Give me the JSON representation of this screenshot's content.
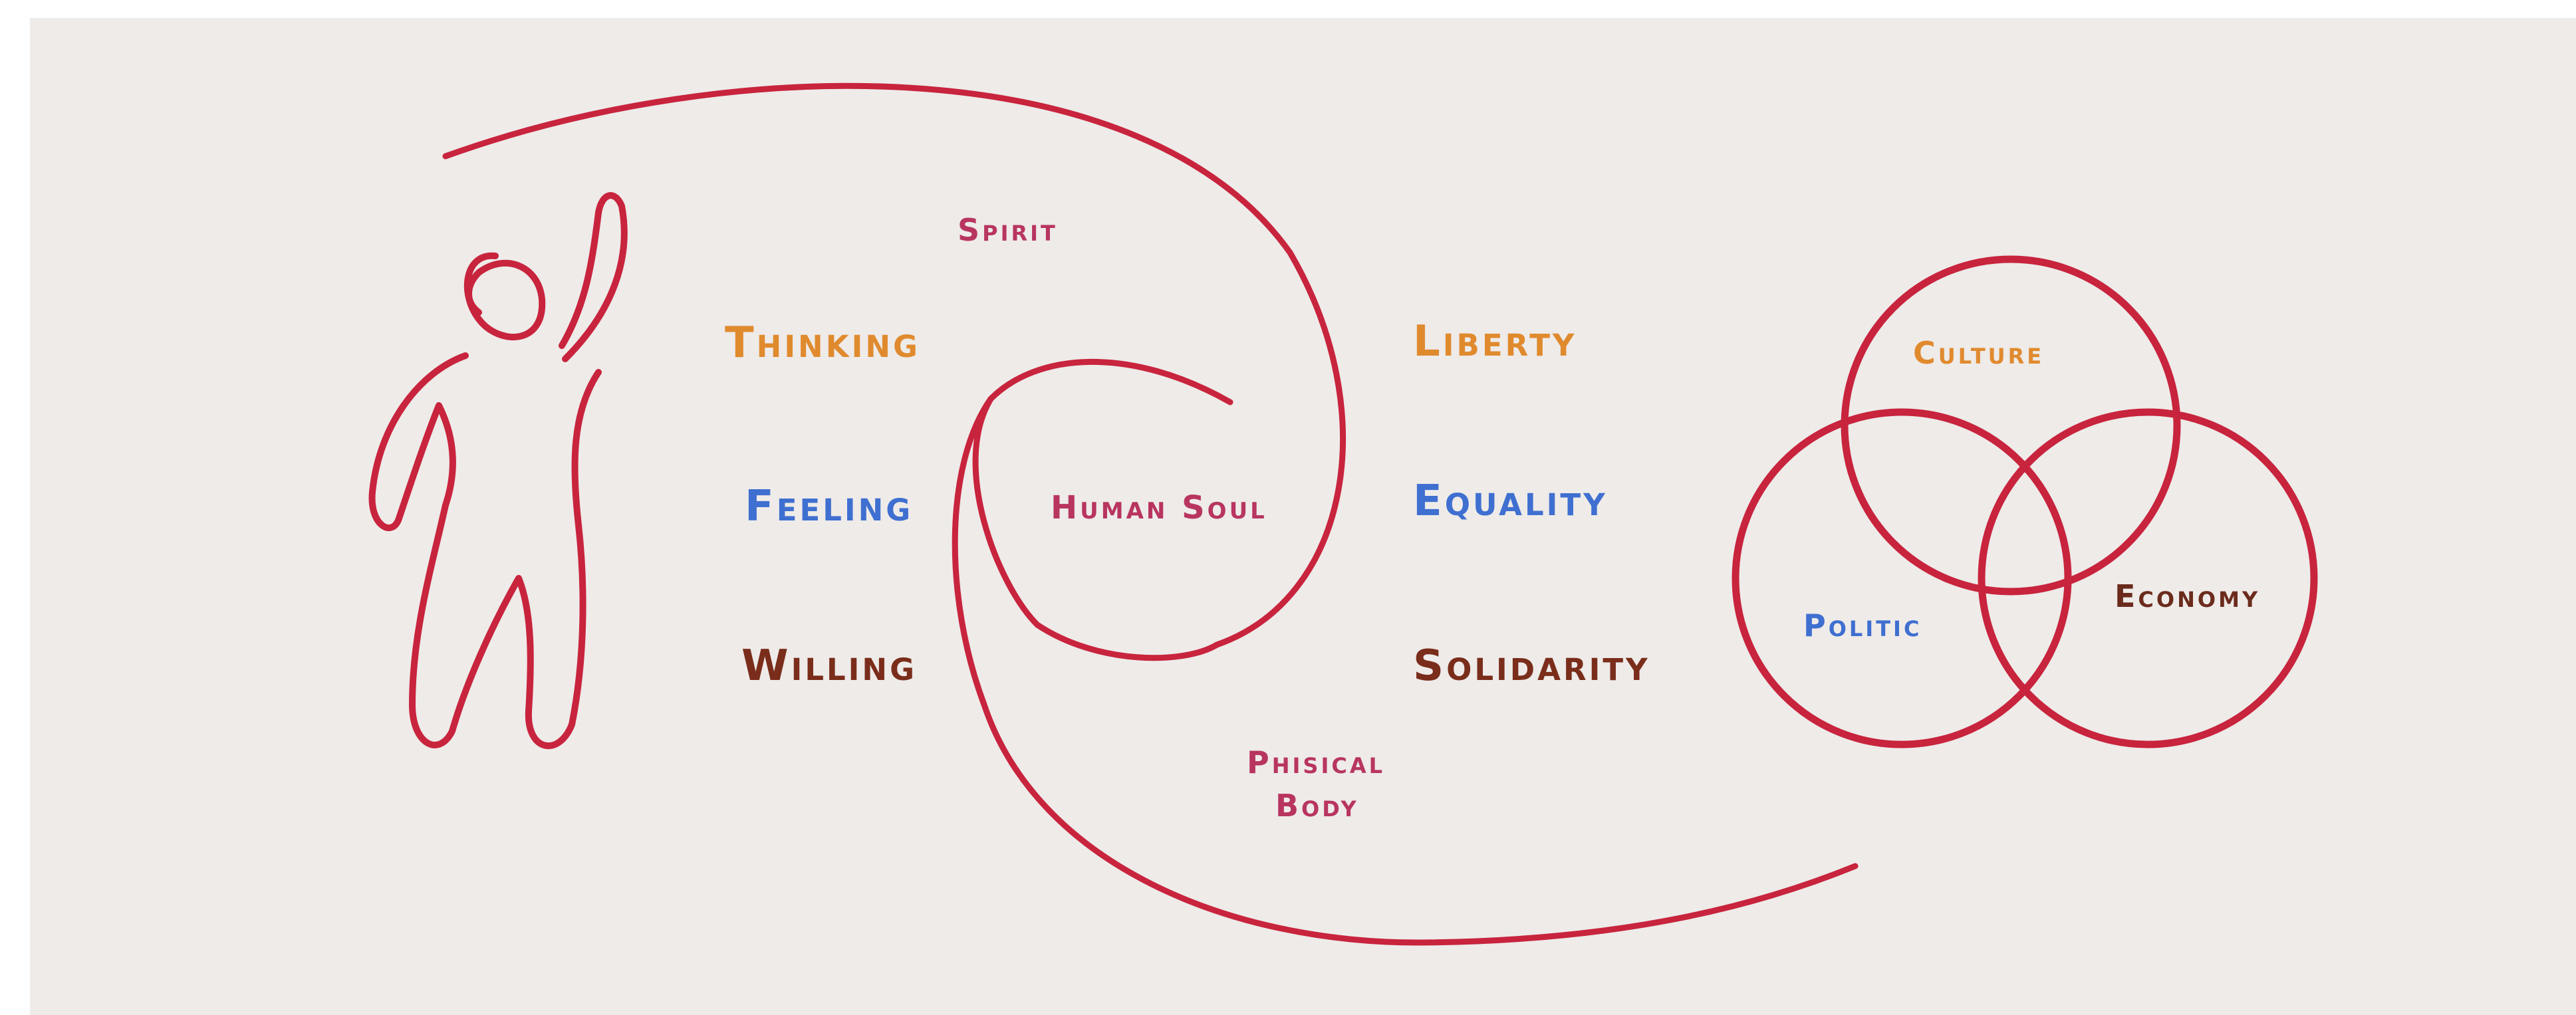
{
  "colors": {
    "stroke": "#c8243d",
    "background": "#eeebe9",
    "thinking": "#e08a2e",
    "feeling": "#3f6fd0",
    "willing": "#7a2d1a",
    "spirit_soul_body": "#b83560",
    "economy": "#6b2b1c"
  },
  "person": {
    "icon": "human-figure-icon"
  },
  "soul_labels": {
    "thinking": "Thinking",
    "feeling": "Feeling",
    "willing": "Willing"
  },
  "spiral_labels": {
    "spirit": "Spirit",
    "human_soul": "Human Soul",
    "physical_body_line1": "Phisical",
    "physical_body_line2": "Body"
  },
  "ideals": {
    "liberty": "Liberty",
    "equality": "Equality",
    "solidarity": "Solidarity"
  },
  "spheres": {
    "culture": "Culture",
    "politic": "Politic",
    "economy": "Economy"
  }
}
